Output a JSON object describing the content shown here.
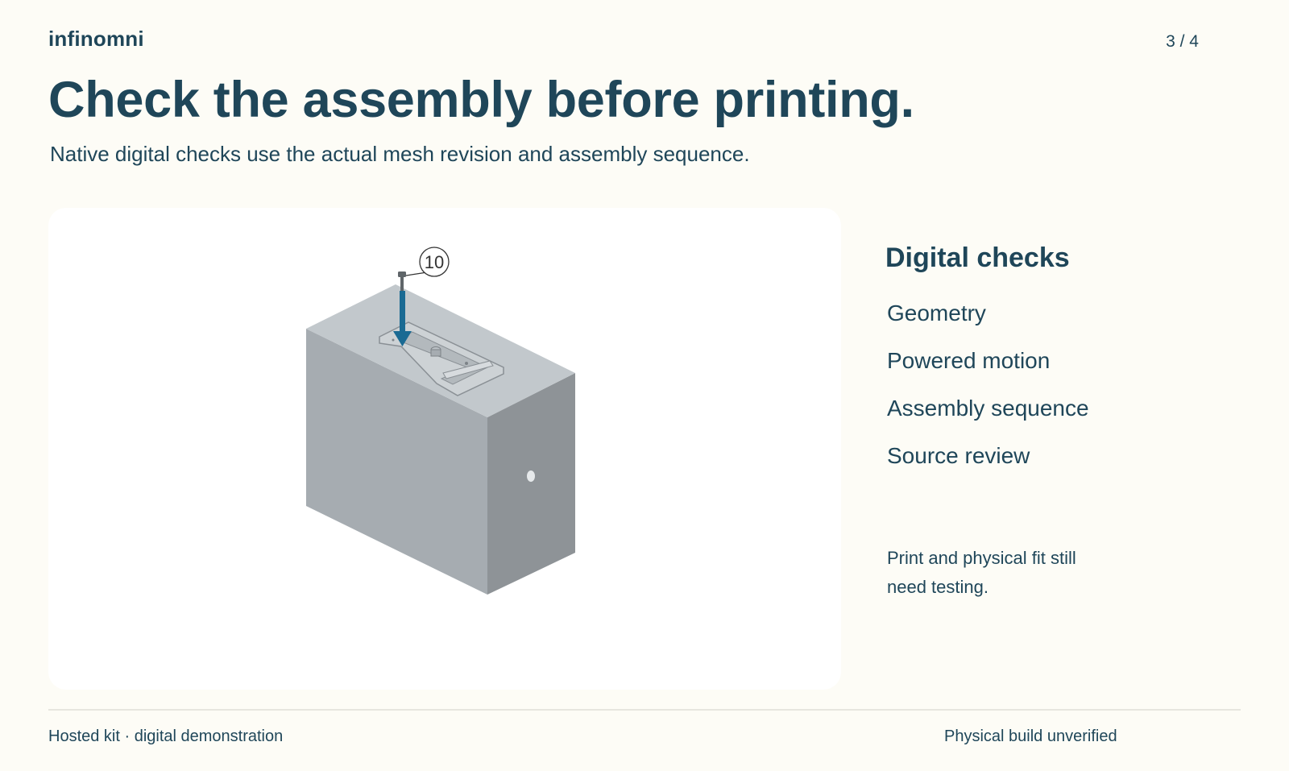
{
  "header": {
    "brand": "infinomni",
    "page_counter": "3 / 4"
  },
  "main": {
    "title": "Check the assembly before printing.",
    "subtitle": "Native digital checks use the actual mesh revision and assembly sequence."
  },
  "viewer": {
    "callout_number": "10",
    "arrow_color": "#1a6a93"
  },
  "checks": {
    "heading": "Digital checks",
    "items": [
      "Geometry",
      "Powered motion",
      "Assembly sequence",
      "Source review"
    ],
    "note": "Print and physical fit still need testing."
  },
  "footer": {
    "left": "Hosted kit · digital demonstration",
    "right": "Physical build unverified"
  },
  "colors": {
    "background": "#fdfcf6",
    "text": "#1f4659",
    "card": "#ffffff",
    "part_top": "#c2c8cc",
    "part_left": "#a6acb1",
    "part_right": "#8e9397"
  }
}
